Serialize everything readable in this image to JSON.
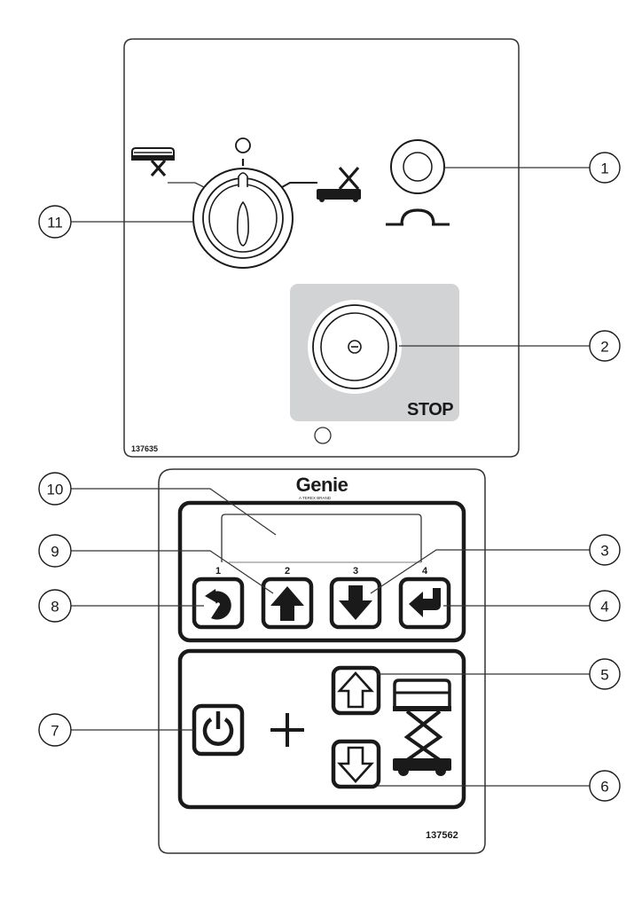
{
  "diagram": {
    "title": "Platform controls and control panel components",
    "upper_panel": {
      "part_number": "137635",
      "key_switch": {
        "positions": [
          "platform-controls",
          "off",
          "ground-controls"
        ],
        "off_symbol": "O"
      },
      "stop_button_label": "STOP"
    },
    "lower_panel": {
      "brand": "Genie",
      "brand_tagline": "A TEREX BRAND",
      "part_number": "137562",
      "keys": [
        {
          "number": "1",
          "icon": "back-icon"
        },
        {
          "number": "2",
          "icon": "up-arrow-icon"
        },
        {
          "number": "3",
          "icon": "down-arrow-icon"
        },
        {
          "number": "4",
          "icon": "enter-icon"
        }
      ],
      "combo_symbol": "+"
    },
    "callouts": [
      {
        "id": "1",
        "label": "1",
        "target": "horn-button"
      },
      {
        "id": "2",
        "label": "2",
        "target": "emergency-stop-button"
      },
      {
        "id": "3",
        "label": "3",
        "target": "key-3-down"
      },
      {
        "id": "4",
        "label": "4",
        "target": "key-4-enter"
      },
      {
        "id": "5",
        "label": "5",
        "target": "platform-up-button"
      },
      {
        "id": "6",
        "label": "6",
        "target": "platform-down-button"
      },
      {
        "id": "7",
        "label": "7",
        "target": "lift-function-enable-button"
      },
      {
        "id": "8",
        "label": "8",
        "target": "key-1-back"
      },
      {
        "id": "9",
        "label": "9",
        "target": "key-2-up"
      },
      {
        "id": "10",
        "label": "10",
        "target": "lcd-display"
      },
      {
        "id": "11",
        "label": "11",
        "target": "key-switch"
      }
    ]
  }
}
